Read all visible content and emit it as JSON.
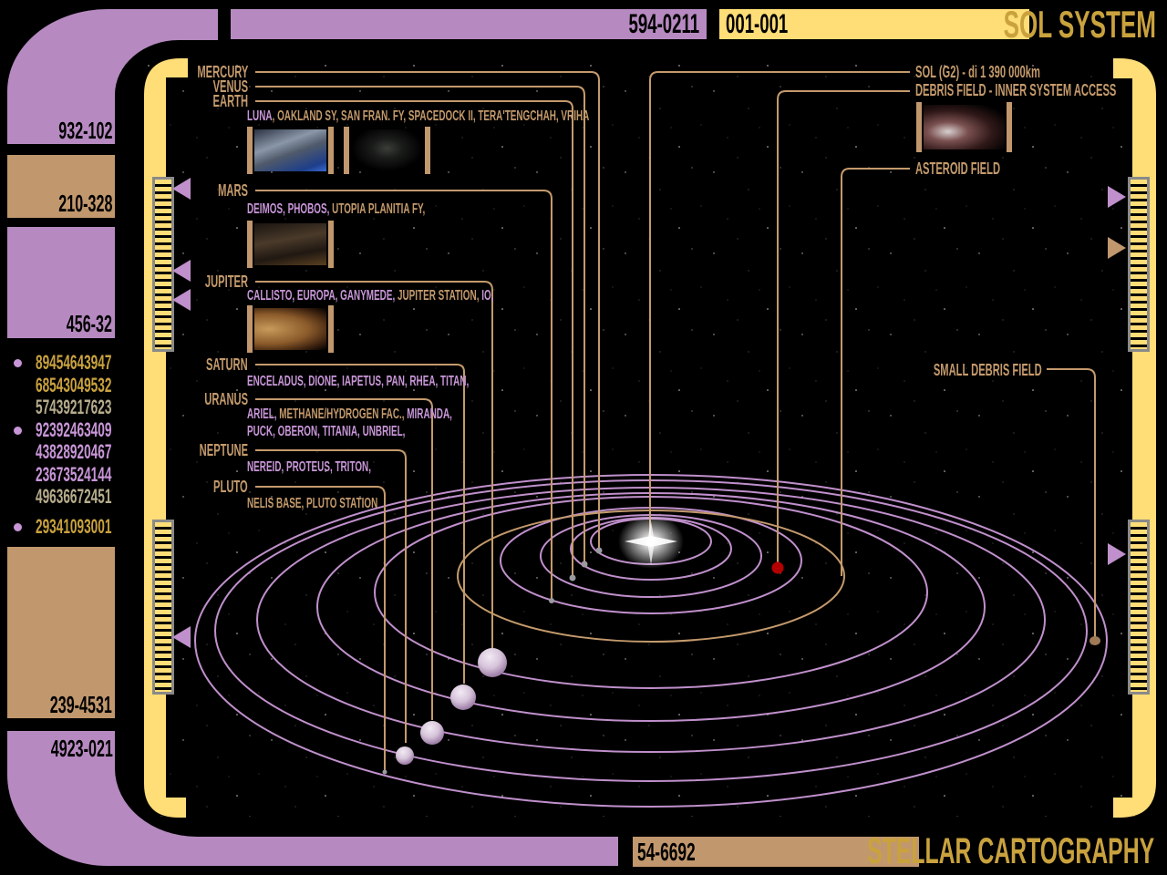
{
  "header": {
    "left_code": "594-0211",
    "center_code": "001-001",
    "title": "SOL SYSTEM"
  },
  "footer": {
    "code": "54-6692",
    "title": "STELLAR CARTOGRAPHY"
  },
  "sidebar": {
    "blocks": [
      {
        "code": "932-102",
        "color": "violet"
      },
      {
        "code": "210-328",
        "color": "tan"
      },
      {
        "code": "456-32",
        "color": "violet"
      },
      {
        "code": "239-4531",
        "color": "tan"
      },
      {
        "code": "4923-021",
        "color": "violet"
      }
    ],
    "numbers": [
      {
        "value": "89454643947",
        "bullet": true,
        "color": "gold"
      },
      {
        "value": "68543049532",
        "bullet": false,
        "color": "gold"
      },
      {
        "value": "57439217623",
        "bullet": false,
        "color": "grey"
      },
      {
        "value": "92392463409",
        "bullet": true,
        "color": "violet"
      },
      {
        "value": "43828920467",
        "bullet": false,
        "color": "violet"
      },
      {
        "value": "23673524144",
        "bullet": false,
        "color": "violet"
      },
      {
        "value": "49636672451",
        "bullet": false,
        "color": "grey"
      },
      {
        "value": "29341093001",
        "bullet": true,
        "color": "gold"
      }
    ]
  },
  "planets": {
    "mercury": {
      "name": "MERCURY"
    },
    "venus": {
      "name": "VENUS"
    },
    "earth": {
      "name": "EARTH",
      "moons": [
        {
          "text": "LUNA",
          "color": "violet"
        },
        {
          "text": ", OAKLAND SY, SAN FRAN. FY, SPACEDOCK II, TERA'TENGCHAH, VRIHA",
          "color": "tan"
        }
      ]
    },
    "mars": {
      "name": "MARS",
      "moons": [
        {
          "text": "DEIMOS, PHOBOS, ",
          "color": "violet"
        },
        {
          "text": "UTOPIA PLANITIA FY,",
          "color": "tan"
        }
      ]
    },
    "jupiter": {
      "name": "JUPITER",
      "moons": [
        {
          "text": "CALLISTO, EUROPA, GANYMEDE, ",
          "color": "violet"
        },
        {
          "text": "JUPITER STATION, ",
          "color": "tan"
        },
        {
          "text": "IO,",
          "color": "violet"
        }
      ]
    },
    "saturn": {
      "name": "SATURN",
      "moons": [
        {
          "text": "ENCELADUS, DIONE, IAPETUS, PAN, RHEA, TITAN,",
          "color": "violet"
        }
      ]
    },
    "uranus": {
      "name": "URANUS",
      "moons_line1": [
        {
          "text": "ARIEL, ",
          "color": "violet"
        },
        {
          "text": "METHANE/HYDROGEN FAC., ",
          "color": "tan"
        },
        {
          "text": "MIRANDA,",
          "color": "violet"
        }
      ],
      "moons_line2": [
        {
          "text": "PUCK, OBERON, TITANIA, UNBRIEL,",
          "color": "violet"
        }
      ]
    },
    "neptune": {
      "name": "NEPTUNE",
      "moons": [
        {
          "text": "NEREID, PROTEUS, TRITON,",
          "color": "violet"
        }
      ]
    },
    "pluto": {
      "name": "PLUTO",
      "moons": [
        {
          "text": "NELIS BASE, PLUTO STATION",
          "color": "tan"
        }
      ]
    }
  },
  "callouts": {
    "sol": "SOL (G2) - di 1 390 000km",
    "debris_inner": "DEBRIS FIELD - INNER SYSTEM ACCESS",
    "asteroid": "ASTEROID FIELD",
    "small_debris": "SMALL DEBRIS FIELD"
  },
  "colors": {
    "violet": "#b68ac0",
    "tan": "#c1976d",
    "yellow": "#ffdd77",
    "gold_text": "#c9a23e",
    "orbit": "#c090cc",
    "leader": "#c49a6c",
    "debris_marker": "#b40000"
  }
}
